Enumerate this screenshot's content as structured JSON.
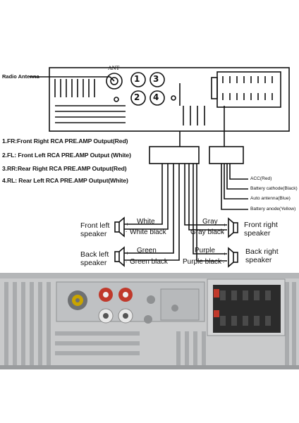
{
  "antenna": {
    "label": "Radio Antenna",
    "connector": "ANT"
  },
  "rca_outputs": [
    "1.FR:Front Right RCA PRE.AMP Output(Red)",
    "2.FL: Front Left RCA PRE.AMP Output (White)",
    "3.RR:Rear Right RCA PRE.AMP Output(Red)",
    "4.RL: Rear Left RCA PRE.AMP Output(White)"
  ],
  "rca_numbers": [
    "1",
    "2",
    "3",
    "4"
  ],
  "power_wires": [
    "ACC(Red)",
    "Battery cathode(Black)",
    "Auto antenna(Blue)",
    "Battery anode(Yellow)"
  ],
  "speakers": {
    "front_left": {
      "label": "Front left\nspeaker",
      "wire_pos": "White",
      "wire_neg": "White black"
    },
    "back_left": {
      "label": "Back left\nspeaker",
      "wire_pos": "Green",
      "wire_neg": "Green black"
    },
    "front_right": {
      "label": "Front right\nspeaker",
      "wire_pos": "Gray",
      "wire_neg": "Gray black"
    },
    "back_right": {
      "label": "Back right\nspeaker",
      "wire_pos": "Purple",
      "wire_neg": "Purple black"
    }
  },
  "colors": {
    "line": "#111111",
    "photo_bg": "#c9cacb",
    "photo_rib": "#a9abad",
    "photo_dark": "#6f7173",
    "rca_red": "#c0392b",
    "rca_white": "#e8e8e8",
    "harness": "#2b2b2b",
    "antenna_socket": "#c9a400"
  }
}
